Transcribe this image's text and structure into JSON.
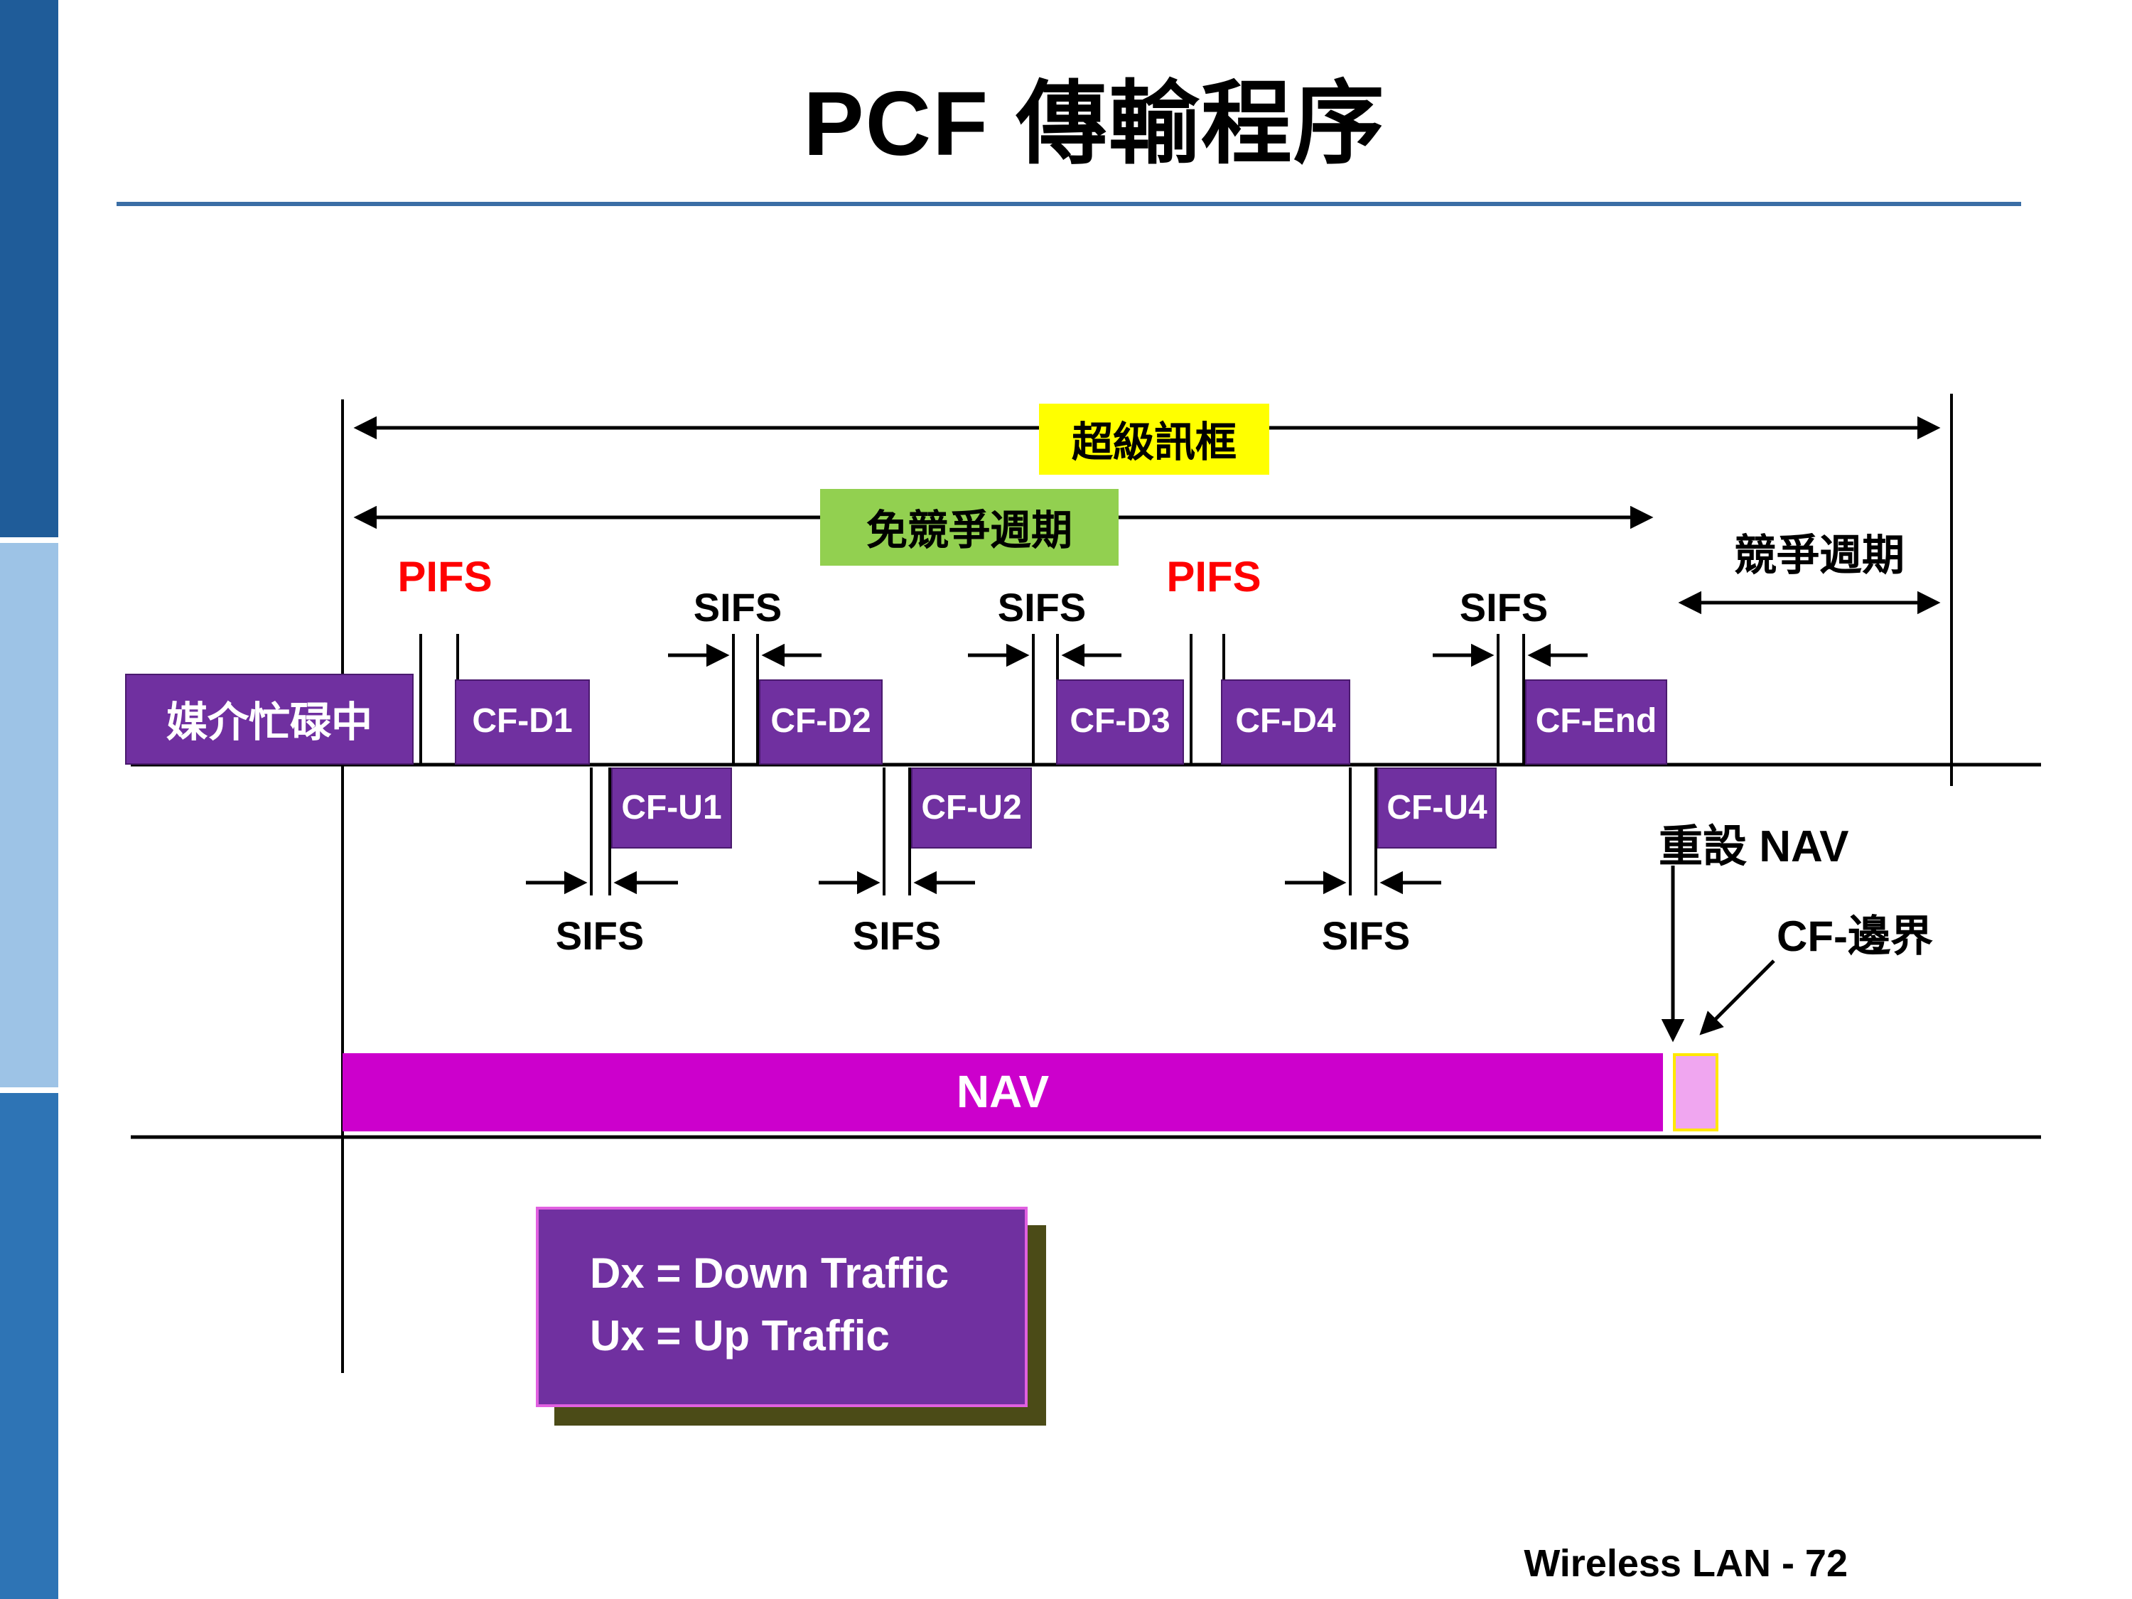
{
  "slide": {
    "title": "PCF 傳輸程序",
    "footer": "Wireless LAN - 72"
  },
  "labels": {
    "superframe": "超級訊框",
    "contention_free_period": "免競爭週期",
    "contention_period": "競爭週期",
    "pifs": "PIFS",
    "sifs": "SIFS",
    "medium_busy": "媒介忙碌中",
    "reset_nav": "重設 NAV",
    "cf_boundary": "CF-邊界",
    "nav": "NAV"
  },
  "frames": {
    "down": [
      "CF-D1",
      "CF-D2",
      "CF-D3",
      "CF-D4"
    ],
    "cf_end": "CF-End",
    "up": [
      "CF-U1",
      "CF-U2",
      "CF-U4"
    ]
  },
  "legend": {
    "line1": "Dx = Down Traffic",
    "line2": "Ux = Up Traffic"
  },
  "colors": {
    "frame_purple": "#7030A0",
    "nav_magenta": "#CC00CC",
    "superframe_yellow": "#FFFF00",
    "cfp_green": "#92D050",
    "pifs_red": "#FF0000",
    "rule_blue": "#3A6EA5",
    "reset_slot_pink": "#F0A6F0",
    "sidebar_dark": "#1F5C99",
    "sidebar_light": "#9DC3E6",
    "sidebar_mid": "#2E74B5"
  }
}
